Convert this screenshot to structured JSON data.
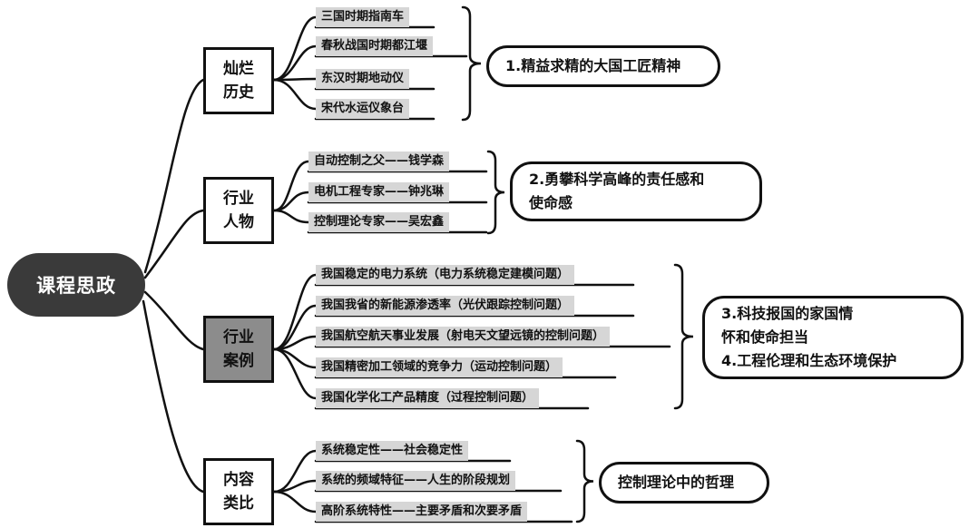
{
  "root": {
    "label": "课程思政"
  },
  "categories": [
    {
      "label": "灿烂\n历史",
      "items": [
        "三国时期指南车",
        "春秋战国时期都江堰",
        "东汉时期地动仪",
        "宋代水运仪象台"
      ],
      "goal": "1.精益求精的大国工匠精神"
    },
    {
      "label": "行业\n人物",
      "items": [
        "自动控制之父——钱学森",
        "电机工程专家——钟兆琳",
        "控制理论专家——吴宏鑫"
      ],
      "goal": "2.勇攀科学高峰的责任感和\n使命感"
    },
    {
      "label": "行业\n案例",
      "items": [
        "我国稳定的电力系统（电力系统稳定建模问题）",
        "我国我省的新能源渗透率（光伏跟踪控制问题）",
        "我国航空航天事业发展（射电天文望远镜的控制问题）",
        "我国精密加工领域的竞争力（运动控制问题）",
        "我国化学化工产品精度（过程控制问题）"
      ],
      "goal": "3.科技报国的家国情\n怀和使命担当\n4.工程伦理和生态环境保护"
    },
    {
      "label": "内容\n类比",
      "items": [
        "系统稳定性——社会稳定性",
        "系统的频域特征——人生的阶段规划",
        "高阶系统特性——主要矛盾和次要矛盾"
      ],
      "goal": "控制理论中的哲理"
    }
  ]
}
